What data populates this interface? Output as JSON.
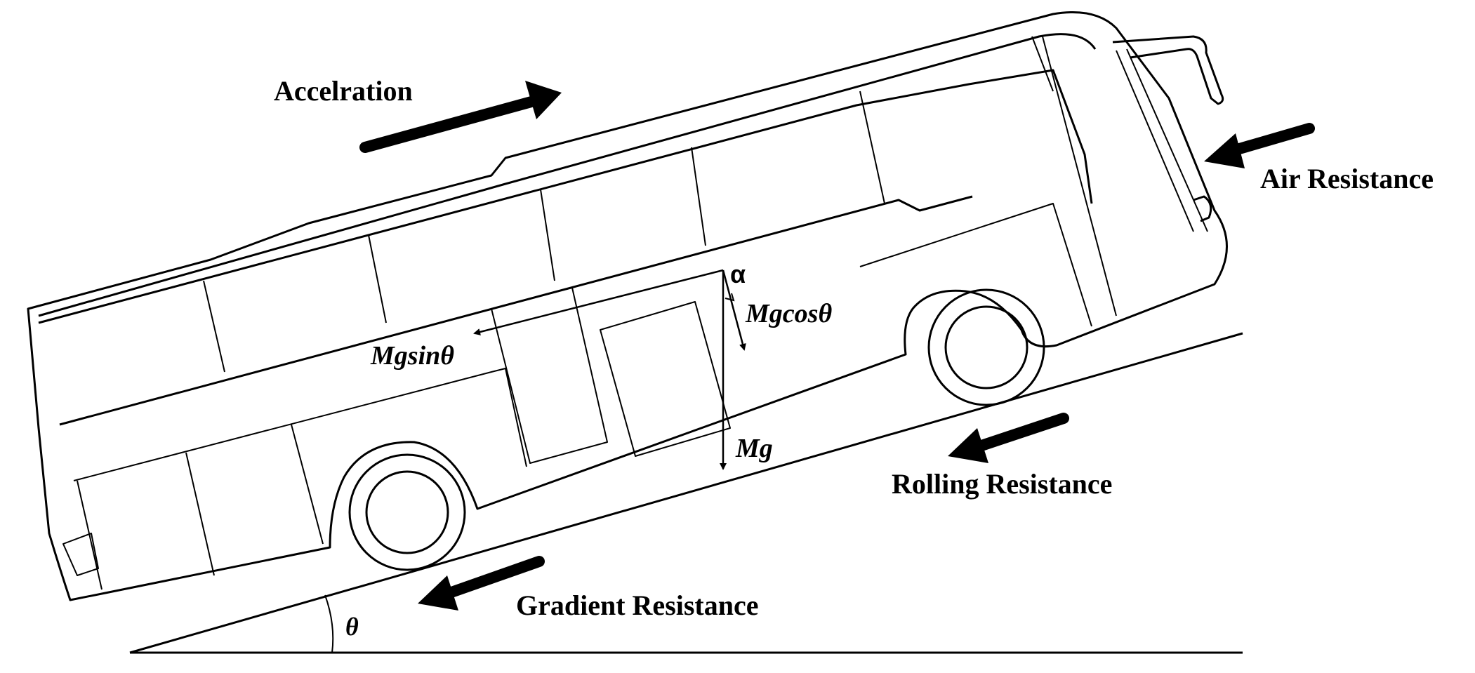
{
  "labels": {
    "acceleration": "Accelration",
    "air_resistance": "Air Resistance",
    "rolling_resistance": "Rolling Resistance",
    "gradient_resistance": "Gradient Resistance",
    "alpha": "α",
    "mg_cos": "Mgcosθ",
    "mg_sin": "Mgsinθ",
    "mg": "Mg",
    "theta": "θ"
  },
  "colors": {
    "ink": "#000000",
    "background": "#ffffff"
  }
}
